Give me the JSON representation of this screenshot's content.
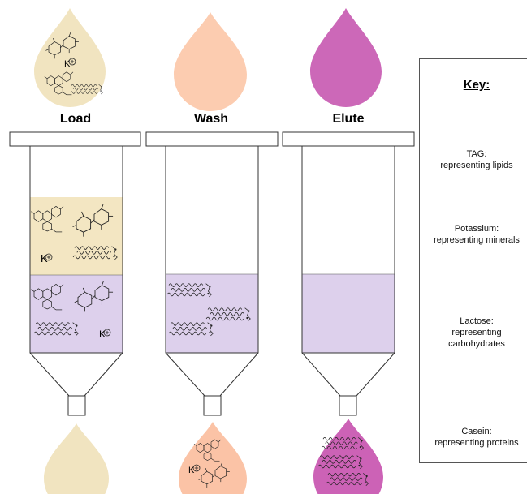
{
  "stages": [
    {
      "label": "Load",
      "top_drop_color": "#f1e4c0",
      "bound_layers": [
        "#f3e6c2",
        "#ddd0ec"
      ],
      "bottom_drop_color": "#f1e4c0",
      "bottom_drop_contents": "none"
    },
    {
      "label": "Wash",
      "top_drop_color": "#fcccb0",
      "bound_layers": [
        "#ddd0ec"
      ],
      "bottom_drop_color": "#fbc3a6",
      "bottom_drop_contents": "potassium, lactose, casein"
    },
    {
      "label": "Elute",
      "top_drop_color": "#cc68b8",
      "bound_layers": [
        "#ddd0ec"
      ],
      "bottom_drop_color": "#cc62b6",
      "bottom_drop_contents": "TAG"
    }
  ],
  "key": {
    "title": "Key:",
    "entries": [
      {
        "icon": "tag-molecule-icon",
        "name": "TAG:",
        "meaning": "representing lipids"
      },
      {
        "icon": "potassium-ion-icon",
        "name": "Potassium:",
        "meaning": "representing minerals"
      },
      {
        "icon": "lactose-molecule-icon",
        "name": "Lactose:",
        "meaning1": "representing",
        "meaning2": "carbohydrates"
      },
      {
        "icon": "casein-molecule-icon",
        "name": "Casein:",
        "meaning": "representing proteins"
      }
    ]
  },
  "ion_symbol": "K",
  "colors": {
    "load_drop": "#f1e4c0",
    "wash_drop": "#fcccb0",
    "elute_drop": "#cc68b8",
    "resin_lipid_layer": "#ddd0ec",
    "outline": "#333333"
  }
}
